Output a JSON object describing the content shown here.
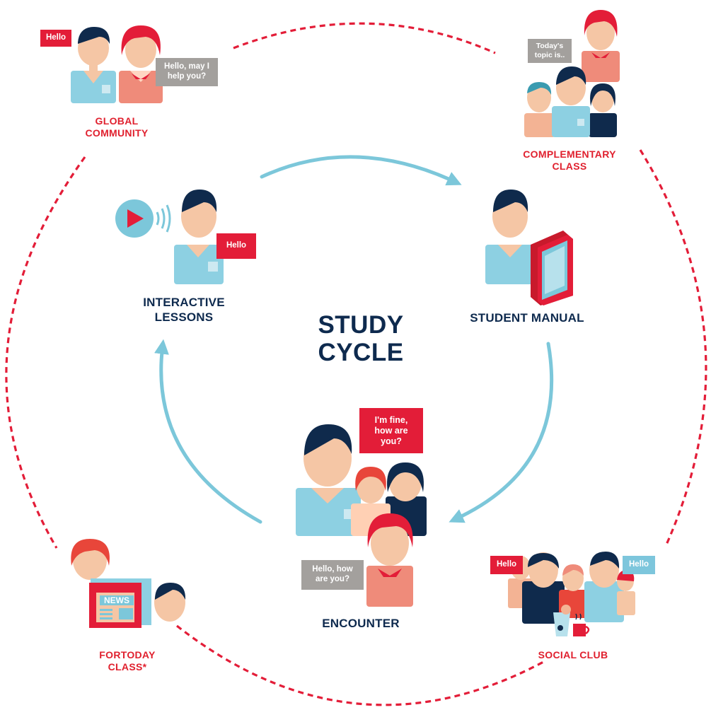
{
  "title": [
    "STUDY",
    "CYCLE"
  ],
  "steps": {
    "interactive": [
      "INTERACTIVE",
      "LESSONS"
    ],
    "manual": "STUDENT MANUAL",
    "encounter": "ENCOUNTER"
  },
  "outer": {
    "global": [
      "GLOBAL",
      "COMMUNITY"
    ],
    "complementary": [
      "COMPLEMENTARY",
      "CLASS"
    ],
    "social": "SOCIAL CLUB",
    "fortoday": [
      "FORTODAY",
      "CLASS*"
    ]
  },
  "bubbles": {
    "global_hello": "Hello",
    "global_help": [
      "Hello, may I",
      "help you?"
    ],
    "topic": [
      "Today's",
      "topic is.."
    ],
    "interactive_hello": "Hello",
    "fine": [
      "I'm fine,",
      "how are",
      "you?"
    ],
    "howare": [
      "Hello, how",
      "are you?"
    ],
    "social_hello_left": "Hello",
    "social_hello_right": "Hello",
    "news": "NEWS"
  },
  "colors": {
    "red": "#e31d38",
    "navy": "#0e2a4e",
    "cycle_arrow": "#7cc7da",
    "skin": "#f5c6a5",
    "shirt_blue": "#8dd0e2",
    "hair_navy": "#0f2a4c",
    "bubble_grey": "#a3a09d"
  }
}
